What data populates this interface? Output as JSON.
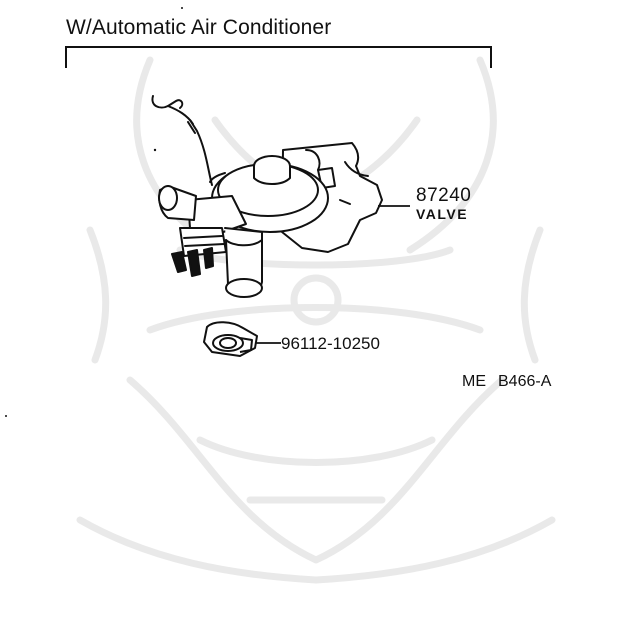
{
  "diagram": {
    "title": "W/Automatic Air Conditioner",
    "parts": [
      {
        "part_number": "87240",
        "part_name": "VALVE"
      },
      {
        "part_number": "96112-10250"
      }
    ],
    "reference": {
      "prefix": "ME",
      "code": "B466-A"
    },
    "watermark": "samurai-helmet-logo"
  }
}
